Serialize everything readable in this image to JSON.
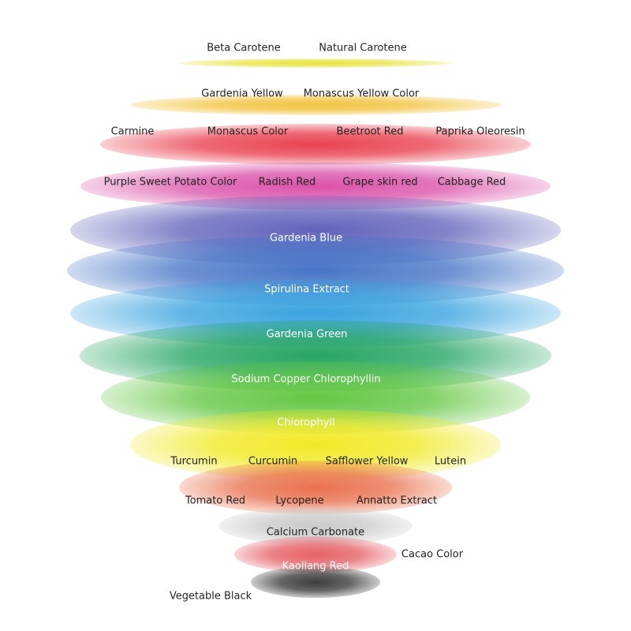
{
  "layers": [
    {
      "id": "l1",
      "color": "#e8e23a",
      "text_color": "#222222",
      "labels": [
        "Beta Carotene",
        "Natural Carotene"
      ]
    },
    {
      "id": "l2",
      "color": "#f2c13a",
      "text_color": "#222222",
      "labels": [
        "Gardenia Yellow",
        "Monascus Yellow Color"
      ]
    },
    {
      "id": "l3",
      "color": "#e83848",
      "text_color": "#222222",
      "labels": [
        "Carmine",
        "Monascus  Color",
        "Beetroot Red",
        "Paprika Oleoresin"
      ]
    },
    {
      "id": "l4",
      "color": "#d94aa6",
      "text_color": "#222222",
      "labels": [
        "Purple Sweet Potato Color",
        "Radish Red",
        "Grape skin red",
        "Cabbage Red"
      ]
    },
    {
      "id": "l5",
      "color": "#5a5ab8",
      "text_color": "#ffffff",
      "labels": [
        "Gardenia Blue"
      ]
    },
    {
      "id": "l6",
      "color": "#3c6ec4",
      "text_color": "#ffffff",
      "labels": [
        "Spirulina Extract"
      ]
    },
    {
      "id": "l7",
      "color": "#2f9ede",
      "text_color": "#ffffff",
      "labels": [
        "Gardenia Green"
      ]
    },
    {
      "id": "l8",
      "color": "#1aa05a",
      "text_color": "#ffffff",
      "labels": [
        "Sodium Copper Chlorophyllin"
      ]
    },
    {
      "id": "l9",
      "color": "#5cc43a",
      "text_color": "#ffffff",
      "labels": [
        "Chlorophyll"
      ]
    },
    {
      "id": "l10",
      "color": "#f0e81a",
      "text_color": "#222222",
      "labels": [
        "Turcumin",
        "Curcumin",
        "Safflower Yellow",
        "Lutein"
      ]
    },
    {
      "id": "l11",
      "color": "#e86a46",
      "text_color": "#222222",
      "labels": [
        "Tomato Red",
        "Lycopene",
        "Annatto Extract"
      ]
    },
    {
      "id": "l12",
      "color": "#c8c8c8",
      "text_color": "#222222",
      "labels": [
        "Calcium Carbonate"
      ]
    },
    {
      "id": "l13",
      "color": "#e45a60",
      "text_color": "#ffffff",
      "labels": [
        "Kaollang Red"
      ]
    },
    {
      "id": "l14",
      "color": "#333333",
      "text_color": "#222222",
      "labels": []
    }
  ],
  "outside_labels": {
    "cacao": "Cacao Color",
    "vegetable_black": "Vegetable Black"
  }
}
